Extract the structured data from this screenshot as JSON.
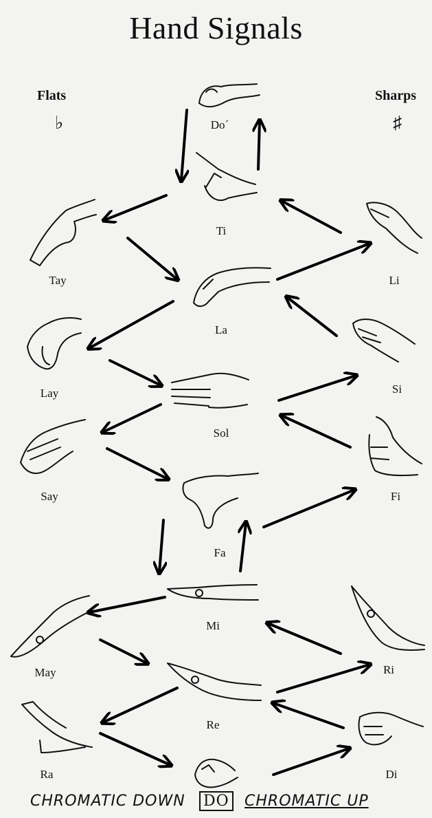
{
  "title": "Hand Signals",
  "headers": {
    "flats": "Flats",
    "sharps": "Sharps"
  },
  "symbols": {
    "flat": "♭",
    "sharp": "♯"
  },
  "syllables": {
    "do_high": "Do´",
    "ti": "Ti",
    "tay": "Tay",
    "li": "Li",
    "la": "La",
    "lay": "Lay",
    "si": "Si",
    "sol": "Sol",
    "say": "Say",
    "fi": "Fi",
    "fa": "Fa",
    "mi": "Mi",
    "may": "May",
    "ri": "Ri",
    "re": "Re",
    "ra": "Ra",
    "di": "Di"
  },
  "footer": {
    "chromatic_down": "CHROMATIC DOWN",
    "do_box": "DO",
    "chromatic_up": "CHROMATIC UP"
  }
}
